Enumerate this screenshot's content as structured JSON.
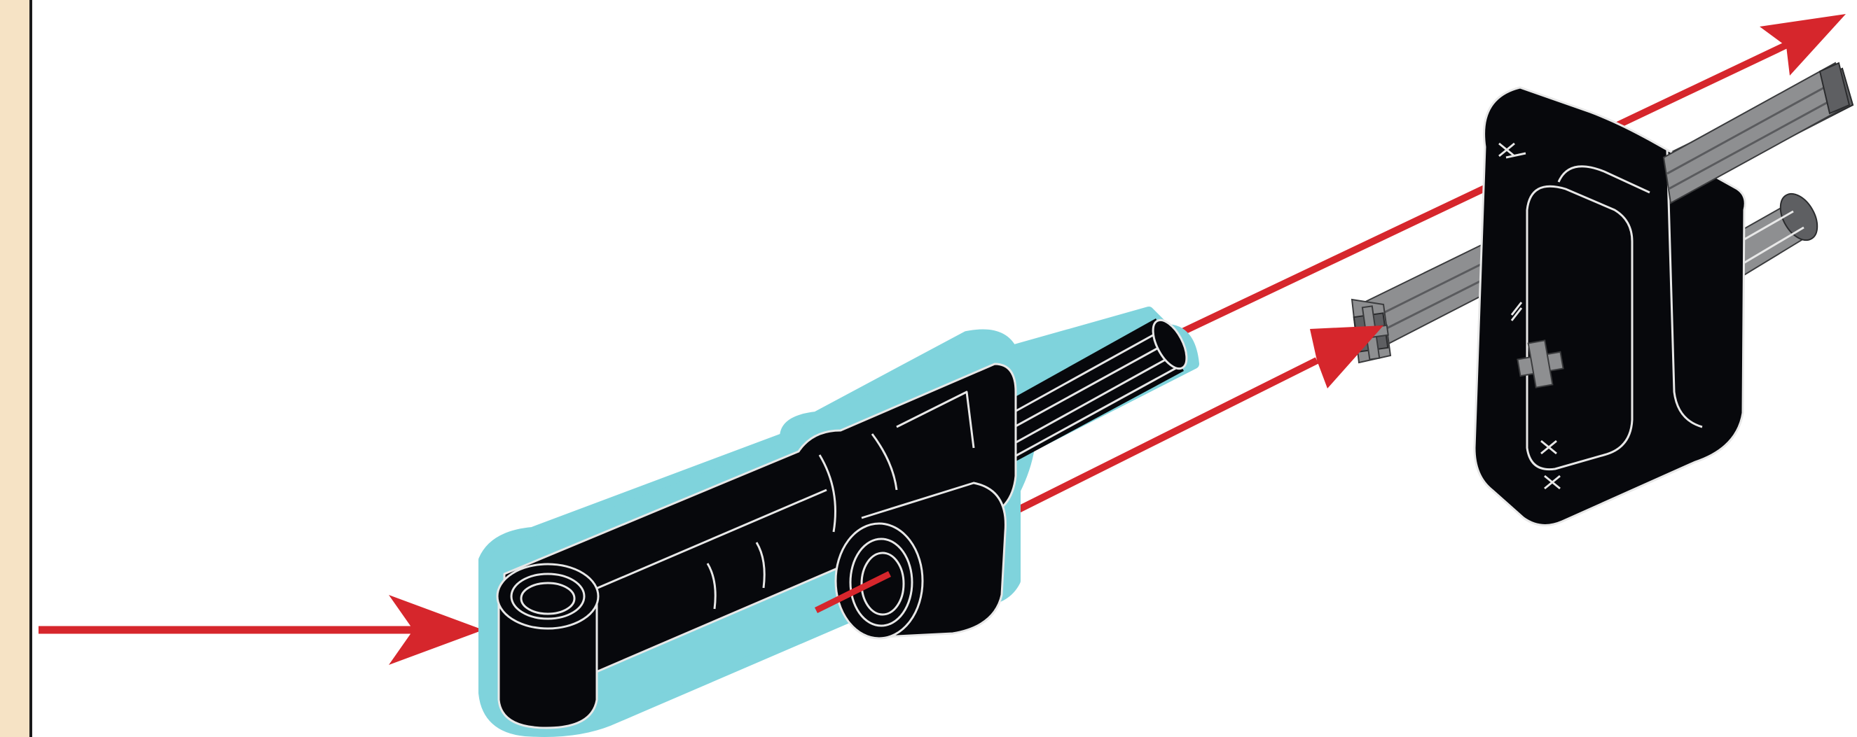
{
  "figure": {
    "type": "lego-technic-assembly-instruction",
    "colors": {
      "panel": "#f6e3c5",
      "arrow": "#d6262c",
      "part_black": "#07080c",
      "part_outline": "#e8e8e8",
      "axle_gray": "#8e8f91",
      "highlight": "#7fd3dc"
    },
    "parts": [
      {
        "name": "axle-and-pin-connector-with-axle",
        "state": "new",
        "highlighted": true
      },
      {
        "name": "grey-axle",
        "state": "existing"
      },
      {
        "name": "grey-pin",
        "state": "existing"
      },
      {
        "name": "beam-block-with-cross-holes",
        "state": "existing"
      }
    ],
    "arrows": [
      {
        "name": "insert-arrow",
        "direction": "right"
      },
      {
        "name": "axle-arrow",
        "direction": "up-right"
      },
      {
        "name": "pin-arrow",
        "direction": "up-right"
      }
    ]
  }
}
